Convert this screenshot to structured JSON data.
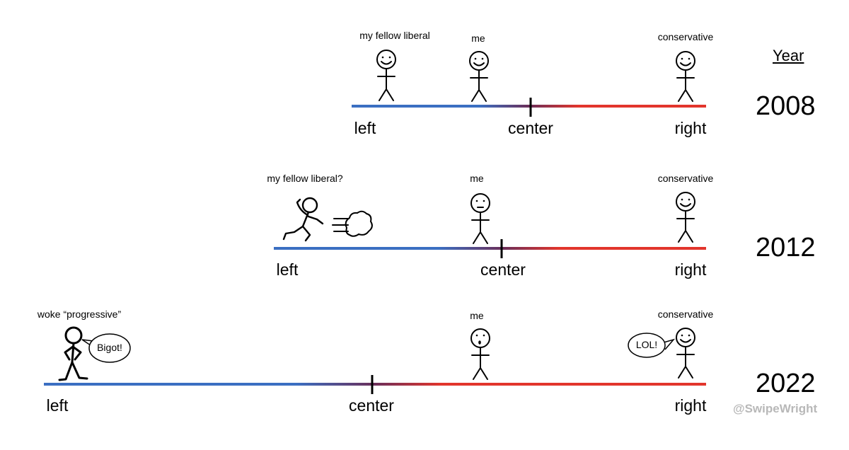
{
  "year_header": "Year",
  "credit": "@SwipeWright",
  "colors": {
    "left": "#3b6fc2",
    "center": "#6b2f5a",
    "right": "#e2352c"
  },
  "rows": [
    {
      "year": "2008",
      "labels": {
        "left": "left",
        "center": "center",
        "right": "right"
      },
      "figures": [
        {
          "label": "my fellow liberal",
          "pose": "smiling-standing",
          "position": "left-of-center"
        },
        {
          "label": "me",
          "pose": "smiling-standing",
          "position": "left-of-center"
        },
        {
          "label": "conservative",
          "pose": "smiling-standing",
          "position": "right"
        }
      ]
    },
    {
      "year": "2012",
      "labels": {
        "left": "left",
        "center": "center",
        "right": "right"
      },
      "figures": [
        {
          "label": "my fellow liberal?",
          "pose": "running-left-with-dust-cloud",
          "position": "left"
        },
        {
          "label": "me",
          "pose": "neutral-standing",
          "position": "near-center"
        },
        {
          "label": "conservative",
          "pose": "smiling-standing",
          "position": "right"
        }
      ]
    },
    {
      "year": "2022",
      "labels": {
        "left": "left",
        "center": "center",
        "right": "right"
      },
      "figures": [
        {
          "label": "woke “progressive”",
          "pose": "hands-on-hips",
          "position": "far-left",
          "speech": "Bigot!"
        },
        {
          "label": "me",
          "pose": "surprised-standing",
          "position": "right-of-center"
        },
        {
          "label": "conservative",
          "pose": "smiling-standing",
          "position": "right",
          "speech": "LOL!"
        }
      ]
    }
  ]
}
